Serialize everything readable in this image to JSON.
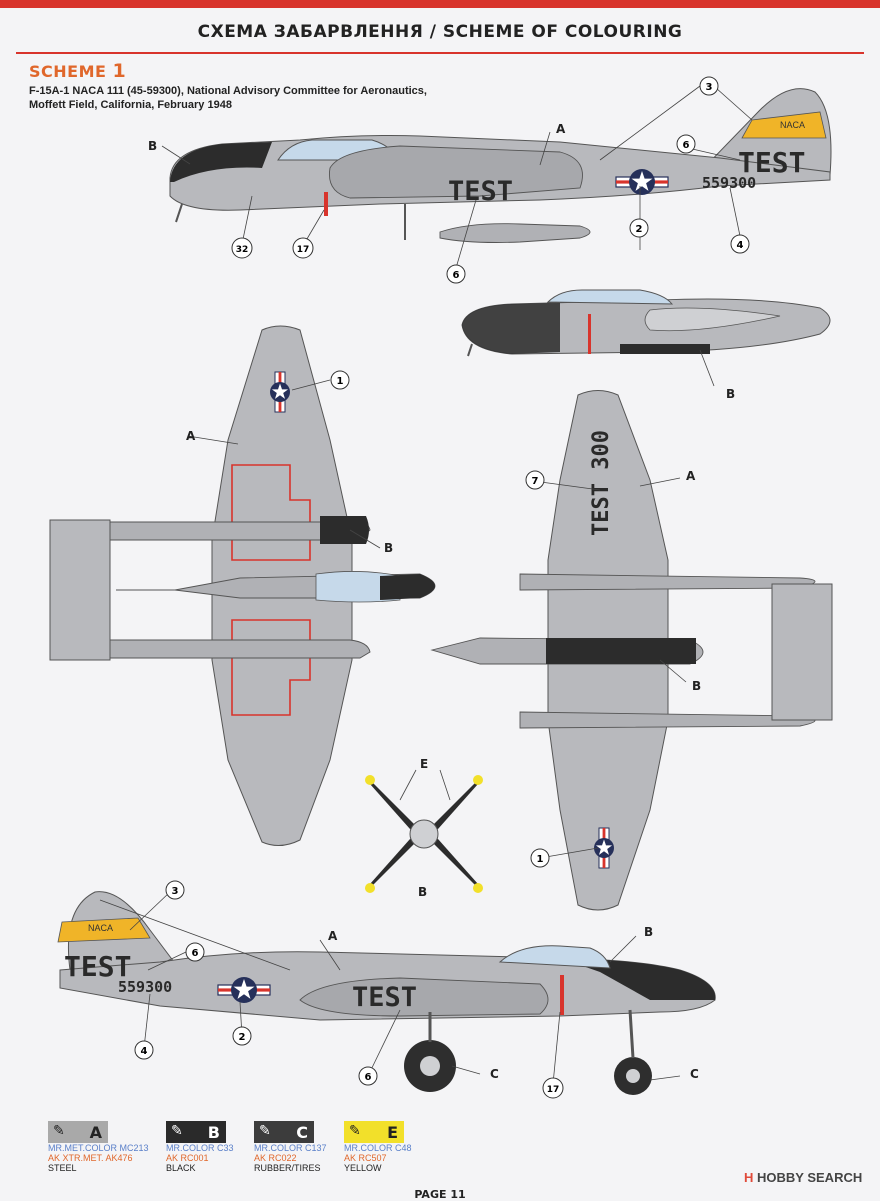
{
  "header": {
    "title": "СХЕМА ЗАБАРВЛЕННЯ / SCHEME OF COLOURING"
  },
  "scheme": {
    "label": "SCHEME",
    "number": "1",
    "desc_line1": "F-15A-1 NACA 111 (45-59300), National Advisory Committee for Aeronautics,",
    "desc_line2": "Moffett Field, California, February 1948"
  },
  "markings": {
    "test": "TEST",
    "serial": "559300",
    "naca": "NACA",
    "wing_text": "TEST 300"
  },
  "callouts": {
    "c1": "1",
    "c2": "2",
    "c3": "3",
    "c4": "4",
    "c6": "6",
    "c7": "7",
    "c17": "17",
    "c32": "32"
  },
  "paint_letters": {
    "a": "A",
    "b": "B",
    "c": "C",
    "e": "E"
  },
  "swatches": [
    {
      "letter": "A",
      "mr": "MR.MET.COLOR MC213",
      "ak": "AK XTR.MET. AK476",
      "name": "STEEL",
      "color": "#a9a9a9"
    },
    {
      "letter": "B",
      "mr": "MR.COLOR C33",
      "ak": "AK RC001",
      "name": "BLACK",
      "color": "#2a2a2a"
    },
    {
      "letter": "C",
      "mr": "MR.COLOR C137",
      "ak": "AK RC022",
      "name": "RUBBER/TIRES",
      "color": "#3c3c3c"
    },
    {
      "letter": "E",
      "mr": "MR.COLOR C48",
      "ak": "AK RC507",
      "name": "YELLOW",
      "color": "#f2e02a"
    }
  ],
  "page": {
    "label": "PAGE 11"
  },
  "watermark": {
    "logo": "H",
    "text": "HOBBY SEARCH"
  },
  "colors": {
    "accent": "#d8342c",
    "orange": "#e0672b",
    "steel": "#b8b9bd",
    "dark": "#2c2c2c",
    "yellow": "#f0b428",
    "canopy": "#c6d9ea",
    "roundel_blue": "#26305a"
  }
}
